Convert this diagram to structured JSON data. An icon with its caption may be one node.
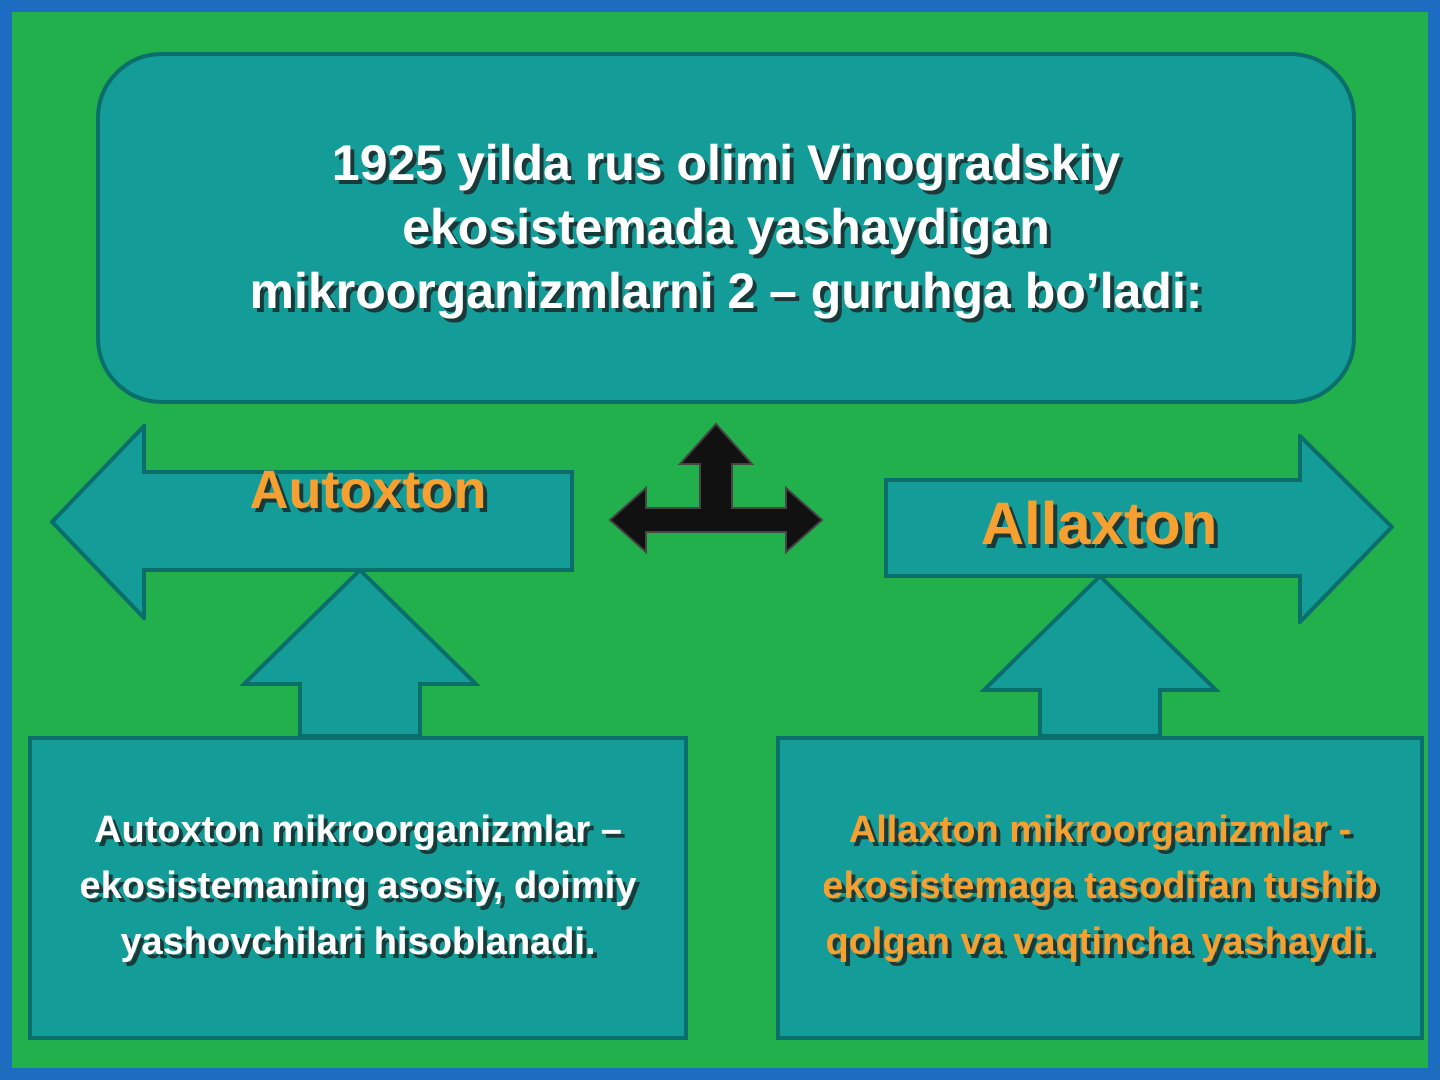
{
  "diagram": {
    "nodes": [
      {
        "text": [
          "1925 yilda rus olimi Vinogradskiy ekosistemada yashaydigan mikroorganizmlarni 2 – guruhga bo’ladi:"
        ]
      },
      {
        "text": [
          "Autoxton"
        ]
      },
      {
        "text": [
          "Allaxton"
        ]
      },
      {
        "text": [
          "Autoxton mikroorganizmlar – ekosistemaning asosiy, doimiy yashovchilari hisoblanadi."
        ]
      },
      {
        "text": [
          "Allaxton mikroorganizmlar -ekosistemaga tasodifan tushib qolgan va vaqtincha yashaydi."
        ]
      }
    ],
    "edges": [
      {
        "from": 3,
        "to": 1,
        "arrow": "to",
        "style": "thick"
      },
      {
        "from": 4,
        "to": 2,
        "arrow": "to",
        "style": "thick"
      }
    ]
  }
}
